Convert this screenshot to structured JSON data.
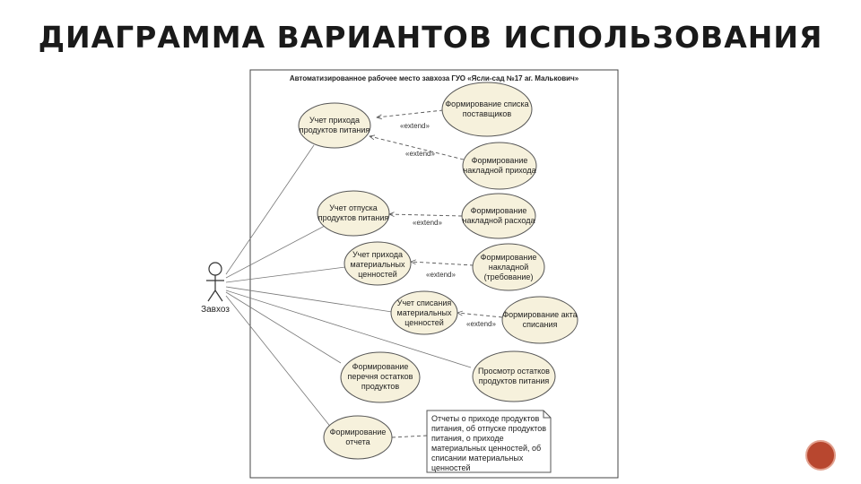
{
  "title": "ДИАГРАММА ВАРИАНТОВ ИСПОЛЬЗОВАНИЯ",
  "diagram": {
    "frame_title": "Автоматизированное рабочее место завхоза ГУО «Ясли-сад №17 аг. Малькович»",
    "actor": "Завхоз",
    "use_cases": {
      "uc1": [
        "Учет прихода",
        "продуктов питания"
      ],
      "uc2": [
        "Формирование списка",
        "поставщиков"
      ],
      "uc3": [
        "Формирование",
        "накладной прихода"
      ],
      "uc4": [
        "Учет отпуска",
        "продуктов питания"
      ],
      "uc5": [
        "Формирование",
        "накладной расхода"
      ],
      "uc6": [
        "Учет прихода",
        "материальных",
        "ценностей"
      ],
      "uc7": [
        "Формирование",
        "накладной",
        "(требование)"
      ],
      "uc8": [
        "Учет списания",
        "материальных",
        "ценностей"
      ],
      "uc9": [
        "Формирование акта",
        "списания"
      ],
      "uc10": [
        "Формирование",
        "перечня остатков",
        "продуктов"
      ],
      "uc11": [
        "Просмотр остатков",
        "продуктов питания"
      ],
      "uc12": [
        "Формирование",
        "отчета"
      ]
    },
    "relations": {
      "r1": "«extend»",
      "r2": "«extend»",
      "r3": "«extend»",
      "r4": "«extend»",
      "r5": "«extend»"
    },
    "note": [
      "Отчеты о приходе продуктов",
      "питания, об отпуске продуктов",
      "питания, о приходе",
      "материальных ценностей, об",
      "списании материальных",
      "ценностей"
    ]
  },
  "badge": "",
  "colors": {
    "use_case_fill": "#f6f1dc",
    "stroke": "#555555",
    "badge": "#b8472f"
  }
}
